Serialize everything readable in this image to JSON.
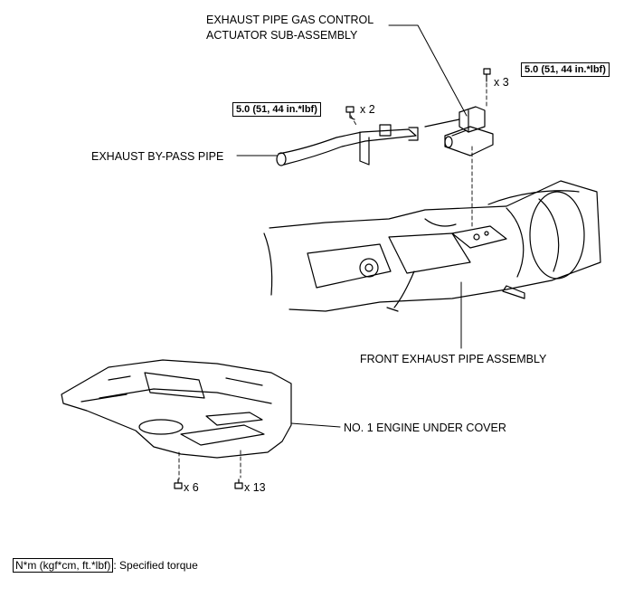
{
  "labels": {
    "actuator_line1": "EXHAUST PIPE GAS CONTROL",
    "actuator_line2": "ACTUATOR SUB-ASSEMBLY",
    "bypass_pipe": "EXHAUST BY-PASS PIPE",
    "front_pipe": "FRONT EXHAUST PIPE ASSEMBLY",
    "under_cover": "NO. 1 ENGINE UNDER COVER"
  },
  "torques": {
    "bypass": "5.0 (51, 44 in.*lbf)",
    "actuator": "5.0 (51, 44 in.*lbf)"
  },
  "quantities": {
    "bypass_bolts": "x 2",
    "actuator_bolts": "x 3",
    "cover_bolts_a": "x 6",
    "cover_bolts_b": "x 13"
  },
  "legend": {
    "unit_box": "N*m (kgf*cm, ft.*lbf)",
    "text": ": Specified torque"
  }
}
